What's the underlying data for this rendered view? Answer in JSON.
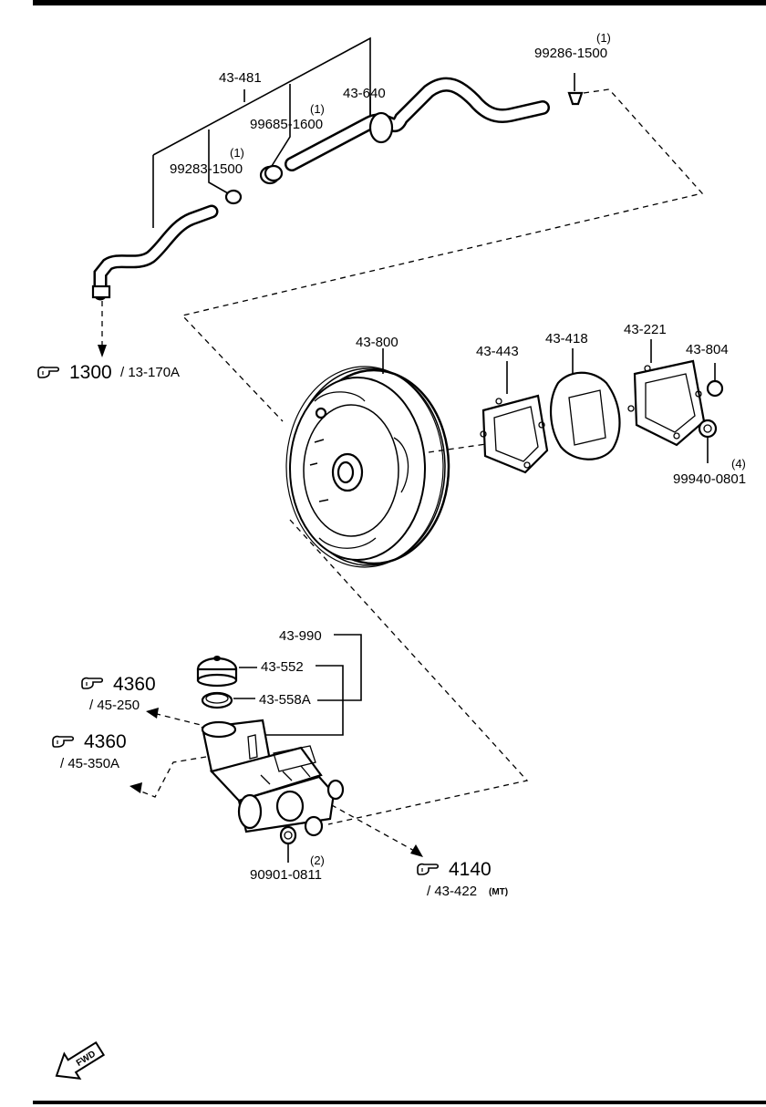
{
  "parts": {
    "p43_481": "43-481",
    "p43_640": "43-640",
    "p99685_1600": "99685-1600",
    "q99685": "(1)",
    "p99283_1500": "99283-1500",
    "q99283": "(1)",
    "p99286_1500": "99286-1500",
    "q99286": "(1)",
    "p43_800": "43-800",
    "p43_443": "43-443",
    "p43_418": "43-418",
    "p43_221": "43-221",
    "p43_804": "43-804",
    "p99940_0801": "99940-0801",
    "q99940": "(4)",
    "p43_990": "43-990",
    "p43_552": "43-552",
    "p43_558A": "43-558A",
    "p90901_0811": "90901-0811",
    "q90901": "(2)"
  },
  "refs": {
    "r1300_num": "1300",
    "r1300_sub": "/ 13-170A",
    "r4360a_num": "4360",
    "r4360a_sub": "/ 45-250",
    "r4360b_num": "4360",
    "r4360b_sub": "/ 45-350A",
    "r4140_num": "4140",
    "r4140_sub": "/ 43-422",
    "r4140_note": "(MT)"
  },
  "fwd": "FWD",
  "icons": [
    "pointing-hand-icon",
    "fwd-arrow-icon"
  ],
  "colors": {
    "ink": "#000000",
    "paper": "#ffffff"
  }
}
